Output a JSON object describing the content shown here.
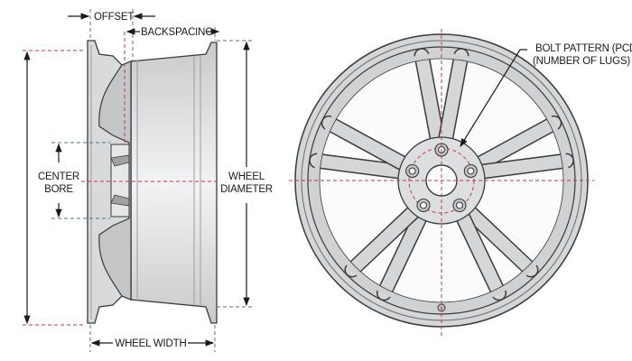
{
  "labels": {
    "offset": "OFFSET",
    "backspacing": "BACKSPACING",
    "center_bore_line1": "CENTER",
    "center_bore_line2": "BORE",
    "wheel_diameter_line1": "WHEEL",
    "wheel_diameter_line2": "DIAMETER",
    "wheel_width": "WHEEL WIDTH",
    "bolt_pattern_line1": "BOLT PATTERN (PCD)",
    "bolt_pattern_line2": "(NUMBER OF LUGS)"
  },
  "lug_count": 5,
  "colors": {
    "wheel_fill": "#d4d6d8",
    "outline": "#3a3a3a",
    "red_guide": "#c0394a",
    "blue_guide": "#5a6f8a"
  }
}
